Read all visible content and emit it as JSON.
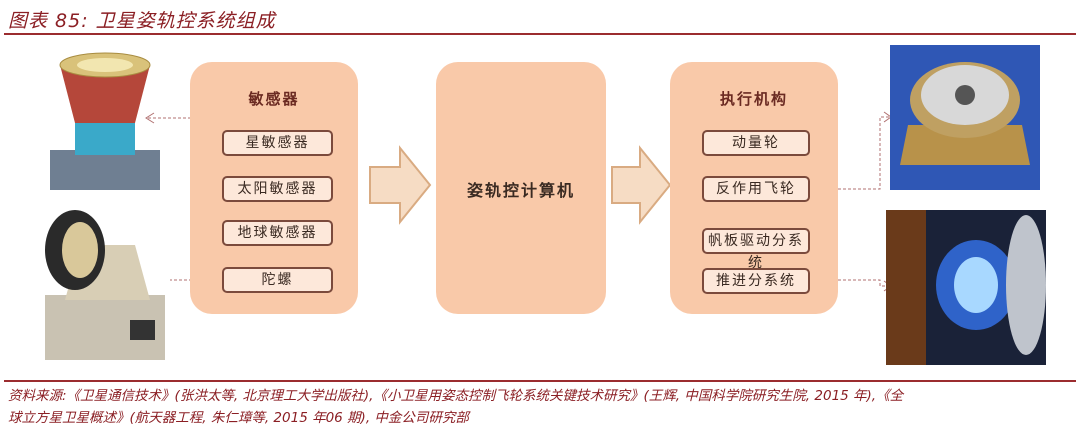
{
  "title": "图表 85:  卫星姿轨控系统组成",
  "sensors": {
    "title": "敏感器",
    "items": [
      "星敏感器",
      "太阳敏感器",
      "地球敏感器",
      "陀螺"
    ]
  },
  "computer": {
    "label": "姿轨控计算机"
  },
  "actuators": {
    "title": "执行机构",
    "items": [
      "动量轮",
      "反作用飞轮",
      "帆板驱动分系统",
      "推进分系统"
    ]
  },
  "source": {
    "line1": "资料来源:《卫星通信技术》(张洪太等, 北京理工大学出版社),《小卫星用姿态控制飞轮系统关键技术研究》(王辉, 中国科学院研究生院, 2015 年),《全",
    "line2": "球立方星卫星概述》(航天器工程, 朱仁璋等, 2015 年06 期), 中金公司研究部"
  },
  "colors": {
    "accent": "#9b2c2f",
    "panel": "#f9c9a9"
  }
}
